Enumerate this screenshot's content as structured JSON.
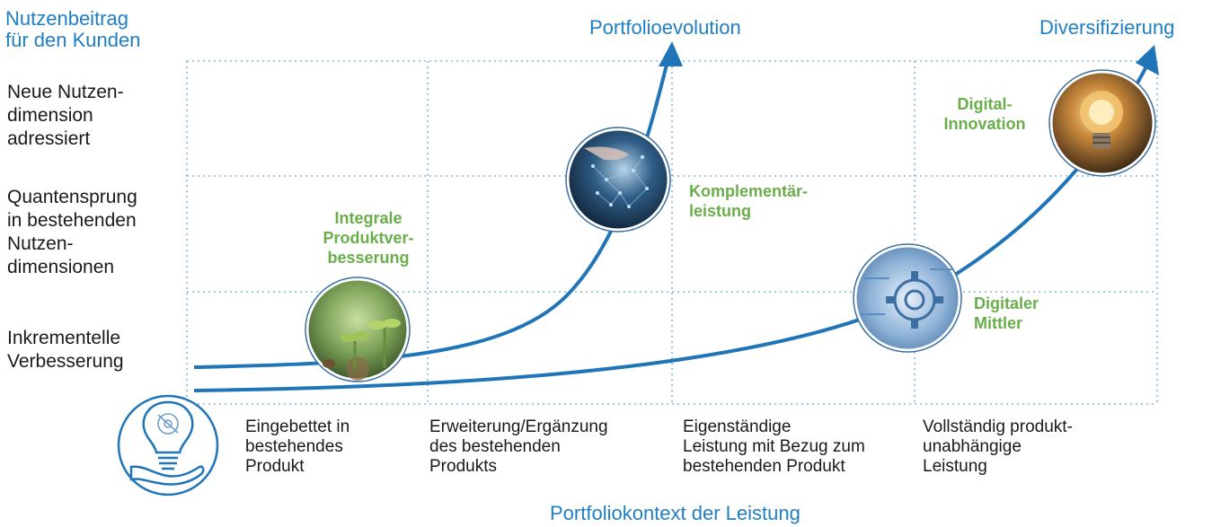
{
  "y_axis": {
    "title": "Nutzenbeitrag\nfür den Kunden"
  },
  "x_axis": {
    "title": "Portfoliokontext der Leistung"
  },
  "rows": [
    {
      "label": "Neue Nutzen-\ndimension\nadressiert"
    },
    {
      "label": "Quantensprung\nin bestehenden\nNutzen-\ndimensionen"
    },
    {
      "label": "Inkrementelle\nVerbesserung"
    }
  ],
  "columns": [
    {
      "label": "Eingebettet in\nbestehendes\nProdukt"
    },
    {
      "label": "Erweiterung/Ergänzung\ndes bestehenden\nProdukts"
    },
    {
      "label": "Eigenständige\nLeistung mit Bezug zum\nbestehenden Produkt"
    },
    {
      "label": "Vollständig produkt-\nunabhängige\nLeistung"
    }
  ],
  "paths": [
    {
      "label": "Portfolioevolution"
    },
    {
      "label": "Diversifizierung"
    }
  ],
  "stages": [
    {
      "label": "Integrale\nProduktver-\nbesserung",
      "icon": "sprout-image"
    },
    {
      "label": "Komplementär-\nleistung",
      "icon": "digital-hand-image"
    },
    {
      "label": "Digitaler\nMittler",
      "icon": "gear-image"
    },
    {
      "label": "Digital-\nInnovation",
      "icon": "lightbulb-image"
    }
  ],
  "colors": {
    "accent": "#1f7fc2",
    "stage_label": "#6aae4b",
    "grid": "#6aa9d8"
  },
  "logo_icon": "lightbulb-hand-icon"
}
